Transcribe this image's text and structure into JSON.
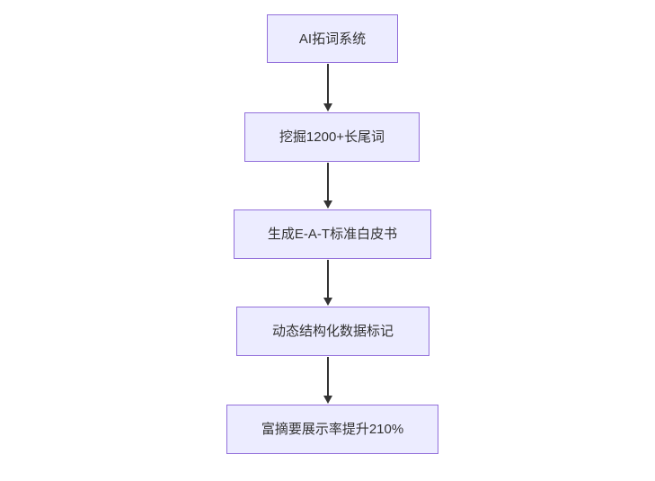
{
  "diagram": {
    "type": "flowchart",
    "direction": "top-down",
    "colors": {
      "background": "#ffffff",
      "node-fill": "#ECECFF",
      "node-border": "#9370DB",
      "node-text": "#333333",
      "arrow-color": "#333333"
    },
    "nodes": [
      {
        "id": "ai-expansion-system",
        "label": "AI拓词系统"
      },
      {
        "id": "longtail-mining",
        "label": "挖掘1200+长尾词"
      },
      {
        "id": "eat-whitepaper",
        "label": "生成E-A-T标准白皮书"
      },
      {
        "id": "structured-data-markup",
        "label": "动态结构化数据标记"
      },
      {
        "id": "rich-snippet-result",
        "label": "富摘要展示率提升210%"
      }
    ],
    "edges": [
      {
        "from": "ai-expansion-system",
        "to": "longtail-mining"
      },
      {
        "from": "longtail-mining",
        "to": "eat-whitepaper"
      },
      {
        "from": "eat-whitepaper",
        "to": "structured-data-markup"
      },
      {
        "from": "structured-data-markup",
        "to": "rich-snippet-result"
      }
    ]
  }
}
